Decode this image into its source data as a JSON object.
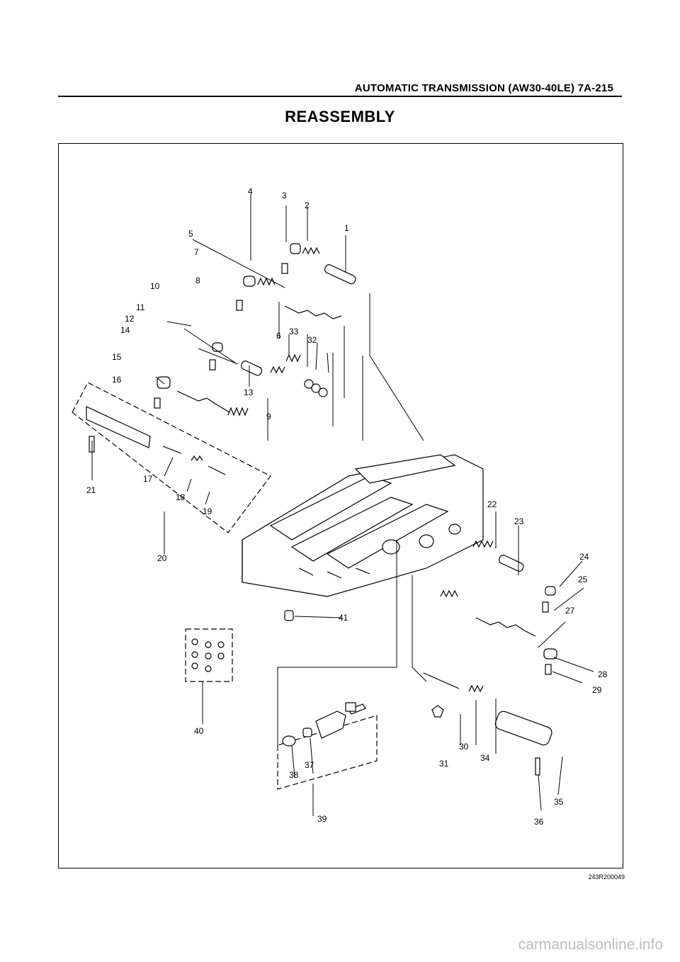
{
  "header": {
    "running_title": "AUTOMATIC TRANSMISSION (AW30-40LE)  7A-215"
  },
  "page_title": "REASSEMBLY",
  "figure": {
    "code": "243R200049",
    "callouts": [
      "1",
      "2",
      "3",
      "4",
      "5",
      "6",
      "7",
      "8",
      "9",
      "10",
      "11",
      "12",
      "13",
      "14",
      "15",
      "16",
      "17",
      "18",
      "19",
      "20",
      "21",
      "22",
      "23",
      "24",
      "25",
      "27",
      "28",
      "29",
      "30",
      "31",
      "32",
      "33",
      "34",
      "35",
      "36",
      "37",
      "38",
      "39",
      "40",
      "41"
    ]
  },
  "watermark": "carmanualsonline.info"
}
